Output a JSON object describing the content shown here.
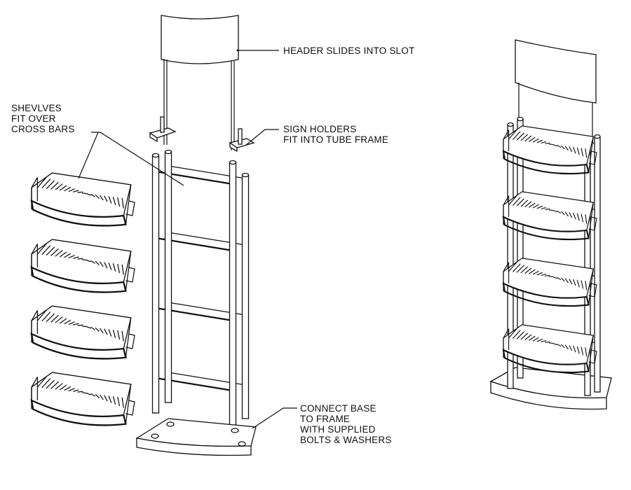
{
  "labels": {
    "header": "HEADER SLIDES INTO SLOT",
    "shelves": "SHEVLVES\nFIT OVER\nCROSS BARS",
    "sign_holders": "SIGN HOLDERS\nFIT INTO TUBE FRAME",
    "base": "CONNECT BASE\nTO FRAME\nWITH SUPPLIED\nBOLTS & WASHERS"
  },
  "exploded_shelf_count": 4,
  "assembled_shelf_count": 4
}
